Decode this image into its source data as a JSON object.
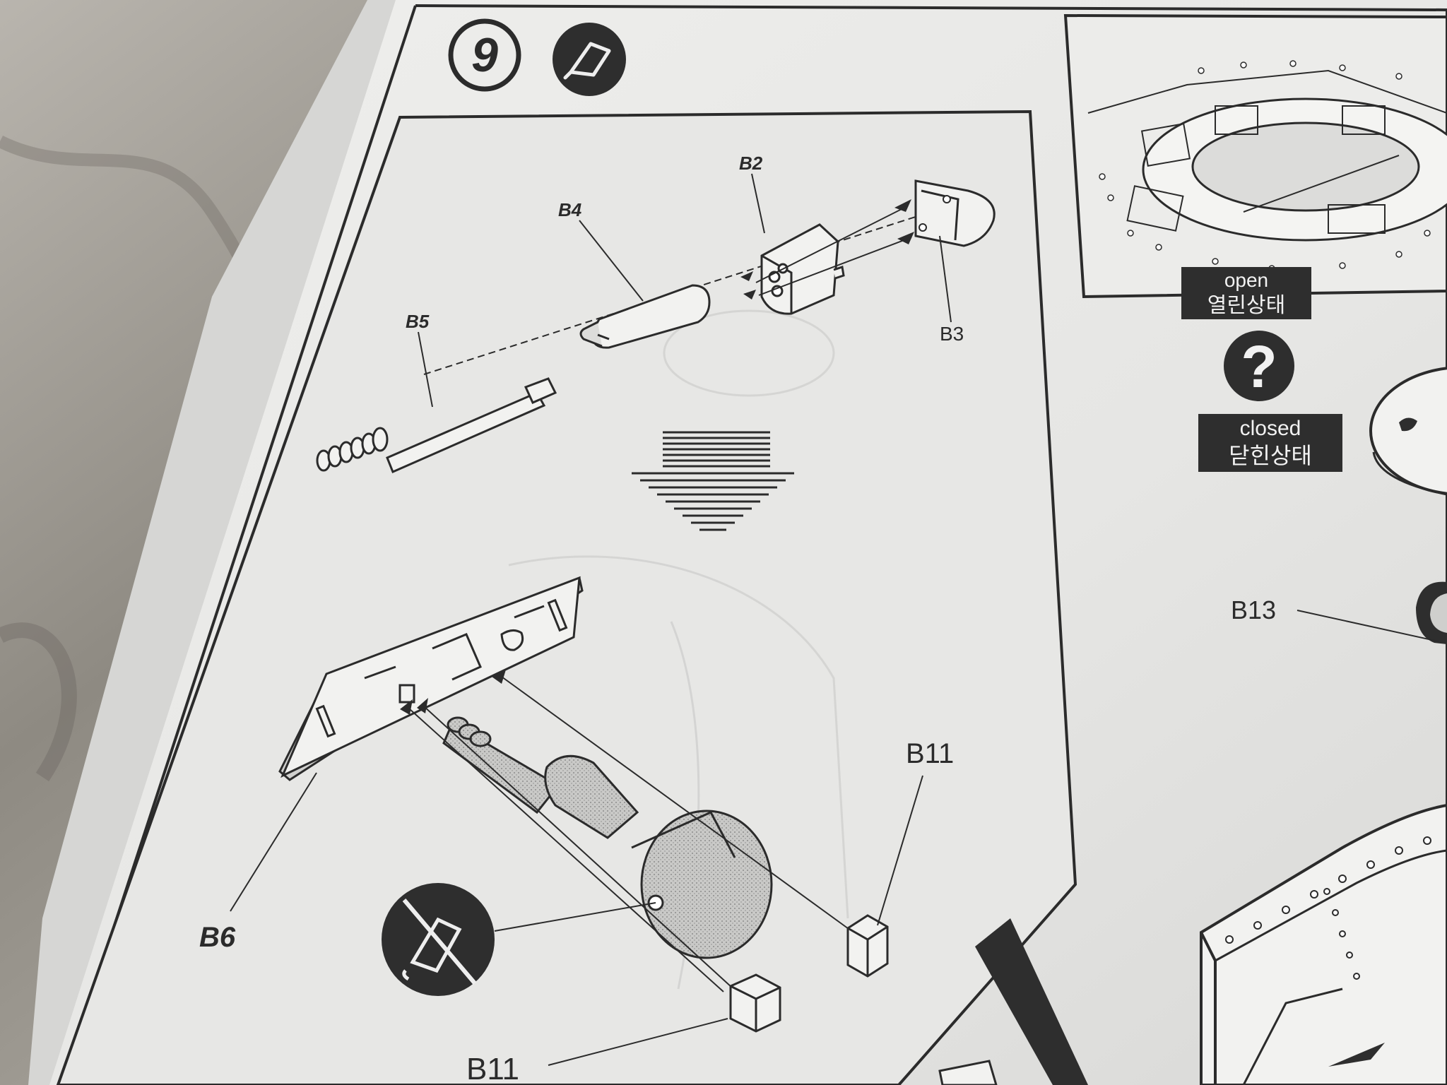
{
  "step": {
    "number": "9"
  },
  "parts": {
    "b2": "B2",
    "b3": "B3",
    "b4": "B4",
    "b5": "B5",
    "b6": "B6",
    "b11_right": "B11",
    "b11_bottom": "B11",
    "b13": "B13"
  },
  "hatch_options": {
    "open_en": "open",
    "open_ko": "열린상태",
    "choice_symbol": "?",
    "closed_en": "closed",
    "closed_ko": "닫힌상태"
  },
  "icons": {
    "step_badge": "step-number-circle",
    "glue_icon": "glue-tube-icon",
    "no_glue_icon": "no-glue-icon",
    "question_icon": "question-mark-icon",
    "direction_arrow": "down-arrow-icon"
  },
  "colors": {
    "paper": "#e9e9e7",
    "ink": "#2b2b2b",
    "table": "#8f8b84",
    "badge": "#2e2e2e"
  }
}
